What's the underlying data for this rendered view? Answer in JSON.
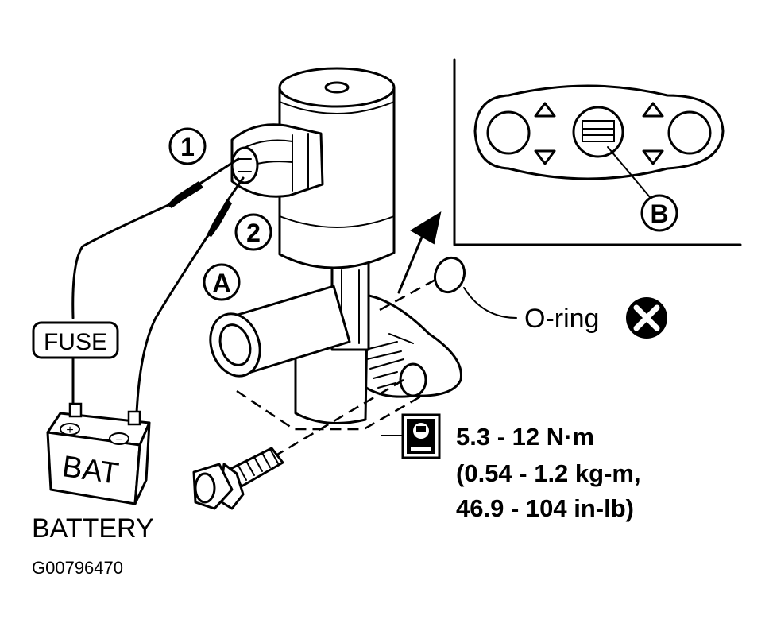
{
  "callouts": {
    "connector_pin_1": "1",
    "connector_pin_2": "2",
    "part_a": "A",
    "part_b": "B"
  },
  "labels": {
    "fuse": "FUSE",
    "battery_case": "BAT",
    "battery": "BATTERY",
    "plus_sign": "+",
    "minus_sign": "−",
    "o_ring": "O-ring",
    "figure_id": "G00796470"
  },
  "torque_spec": {
    "line1": "5.3 - 12 N·m",
    "line2": "(0.54 - 1.2 kg-m,",
    "line3": "46.9 - 104 in-lb)"
  },
  "icons": {
    "torque": "torque-wrench-icon",
    "do_not_reuse": "x-mark-icon"
  },
  "colors": {
    "ink": "#000000",
    "paper": "#ffffff"
  }
}
